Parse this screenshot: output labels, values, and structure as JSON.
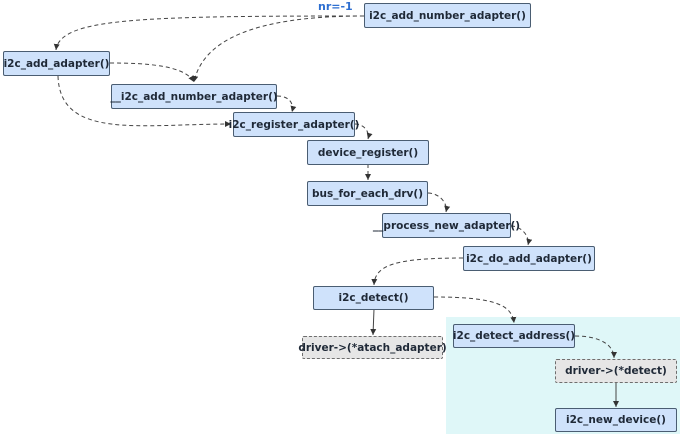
{
  "colors": {
    "function_node": "#cfe2fb",
    "callback_node": "#e6e6e6",
    "highlight_region": "#dff7f8",
    "annotation": "#2e6fd1"
  },
  "annotation": "nr=-1",
  "nodes": {
    "i2c_add_number_adapter": "i2c_add_number_adapter()",
    "i2c_add_adapter": "i2c_add_adapter()",
    "__i2c_add_number_adapter": "__i2c_add_number_adapter()",
    "i2c_register_adapter": "i2c_register_adapter()",
    "device_register": "device_register()",
    "bus_for_each_drv": "bus_for_each_drv()",
    "__process_new_adapter": "__process_new_adapter()",
    "i2c_do_add_adapter": "i2c_do_add_adapter()",
    "i2c_detect": "i2c_detect()",
    "driver_attach_adapter": "driver->(*atach_adapter)",
    "i2c_detect_address": "i2c_detect_address()",
    "driver_detect": "driver->(*detect)",
    "i2c_new_device": "i2c_new_device()"
  }
}
